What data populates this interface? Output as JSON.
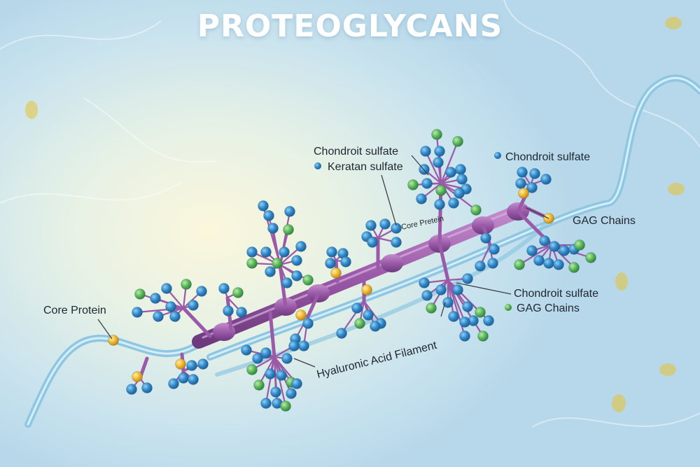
{
  "title": "PROTEOGLYCANS",
  "labels": {
    "chondroitin_top": "Chondroit sulfate",
    "keratan": "Keratan sulfate",
    "core_protein_small": "Core Pretein",
    "chondroitin_right": "Chondroit sulfate",
    "gag_right": "GAG Chains",
    "core_protein_left": "Core Protein",
    "chondroitin_mid": "Chondroit sulfate",
    "gag_mid": "GAG Chains",
    "hyaluronic": "Hyaluronic Acid Filament"
  },
  "colors": {
    "filament": "#9b5aa8",
    "blue_bead": "#2f86c6",
    "green_bead": "#59b457",
    "yellow_bead": "#f0b52c",
    "strand": "#8fc7e2"
  }
}
